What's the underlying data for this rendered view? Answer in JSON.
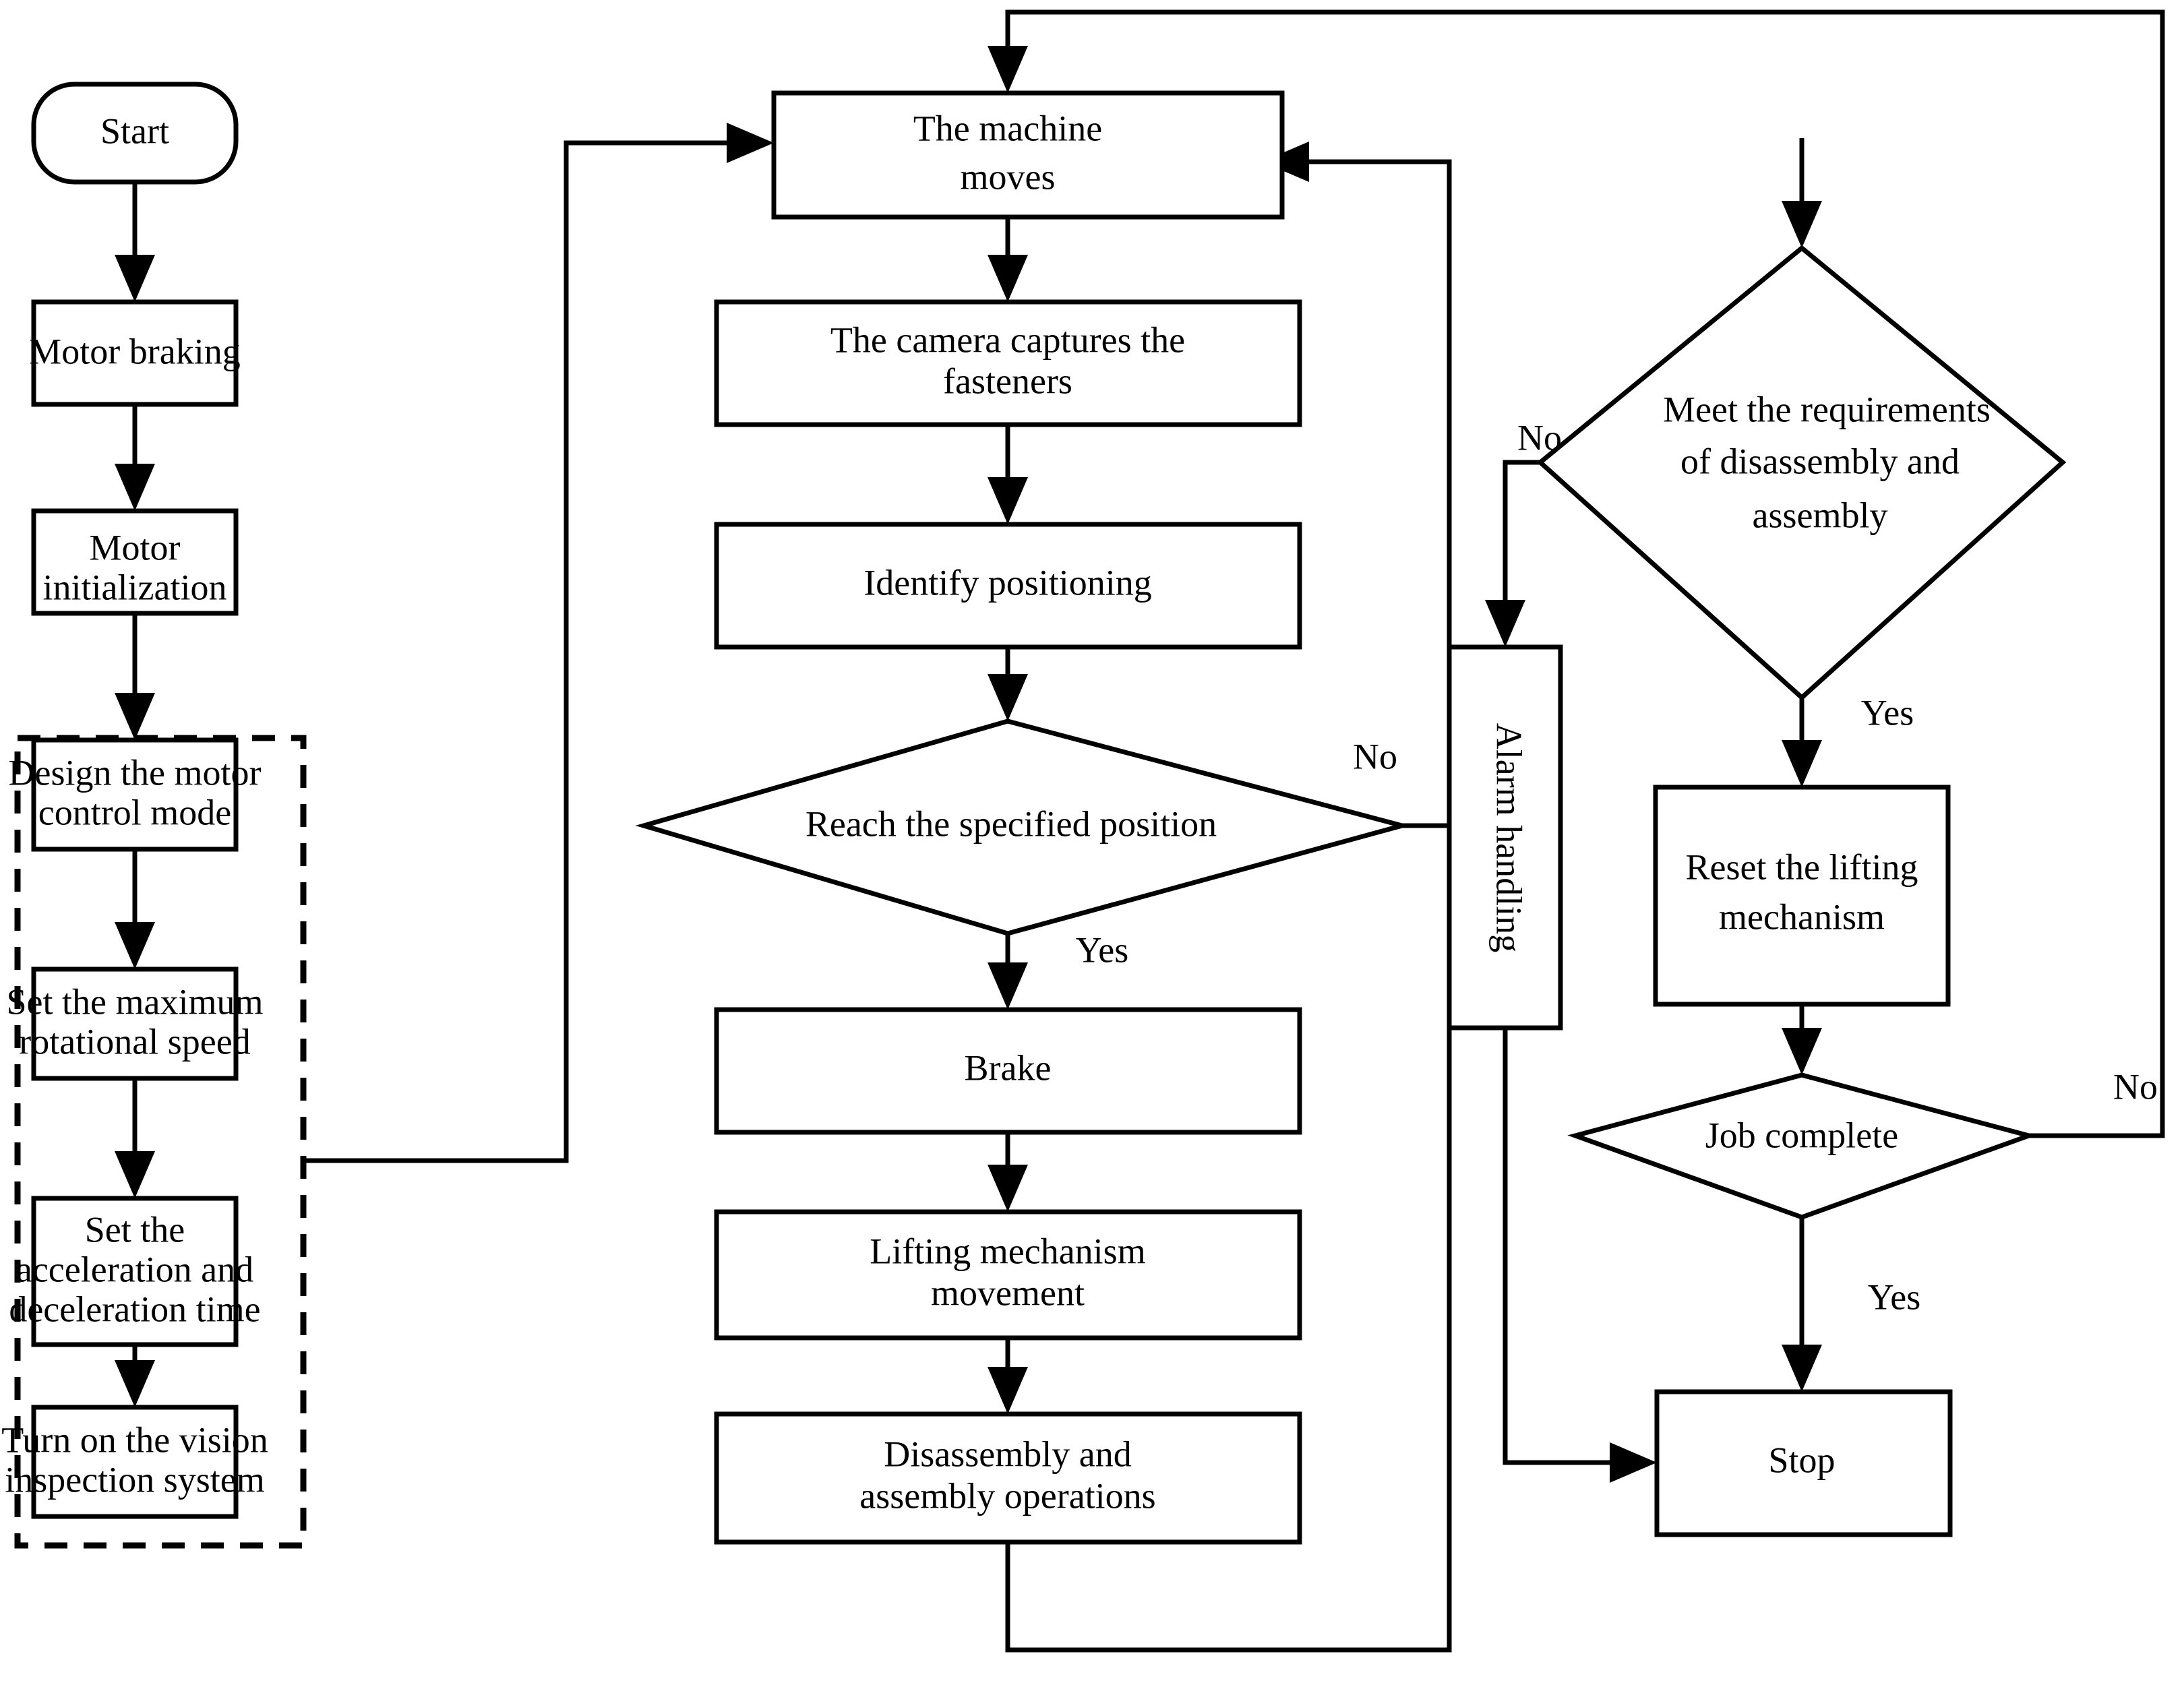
{
  "diagram": {
    "title": "Machine disassembly and assembly control flowchart",
    "colors": {
      "stroke": "#000000",
      "fill": "#ffffff",
      "text": "#000000"
    },
    "nodes": {
      "start": {
        "label": "Start",
        "shape": "terminator"
      },
      "motor_braking": {
        "label": "Motor braking",
        "shape": "process"
      },
      "motor_init": {
        "label": "Motor",
        "label2": "initialization",
        "shape": "process"
      },
      "design_mode": {
        "label": "Design the motor",
        "label2": "control mode",
        "shape": "process"
      },
      "max_speed": {
        "label": "Set the maximum",
        "label2": "rotational speed",
        "shape": "process"
      },
      "accel_time": {
        "label": "Set the",
        "label2": "acceleration and",
        "label3": "deceleration time",
        "shape": "process"
      },
      "vision_on": {
        "label": "Turn on the vision",
        "label2": "inspection system",
        "shape": "process"
      },
      "machine_moves": {
        "label": "The machine",
        "label2": "moves",
        "shape": "process"
      },
      "camera_capture": {
        "label": "The camera captures the",
        "label2": "fasteners",
        "shape": "process"
      },
      "identify_pos": {
        "label": "Identify positioning",
        "shape": "process"
      },
      "reach_position": {
        "label": "Reach the specified position",
        "shape": "decision"
      },
      "brake": {
        "label": "Brake",
        "shape": "process"
      },
      "lifting_move": {
        "label": "Lifting mechanism",
        "label2": "movement",
        "shape": "process"
      },
      "disassembly_ops": {
        "label": "Disassembly and",
        "label2": "assembly operations",
        "shape": "process"
      },
      "meet_req": {
        "label": "Meet the requirements",
        "label2": "of disassembly and",
        "label3": "assembly",
        "shape": "decision"
      },
      "alarm_handling": {
        "label": "Alarm handling",
        "shape": "process",
        "orientation": "vertical-text"
      },
      "reset_lifting": {
        "label": "Reset the lifting",
        "label2": "mechanism",
        "shape": "process"
      },
      "job_complete": {
        "label": "Job complete",
        "shape": "decision"
      },
      "stop": {
        "label": "Stop",
        "shape": "process"
      }
    },
    "edge_labels": {
      "reach_no": "No",
      "reach_yes": "Yes",
      "meet_no": "No",
      "meet_yes": "Yes",
      "job_no": "No",
      "job_yes": "Yes"
    }
  }
}
